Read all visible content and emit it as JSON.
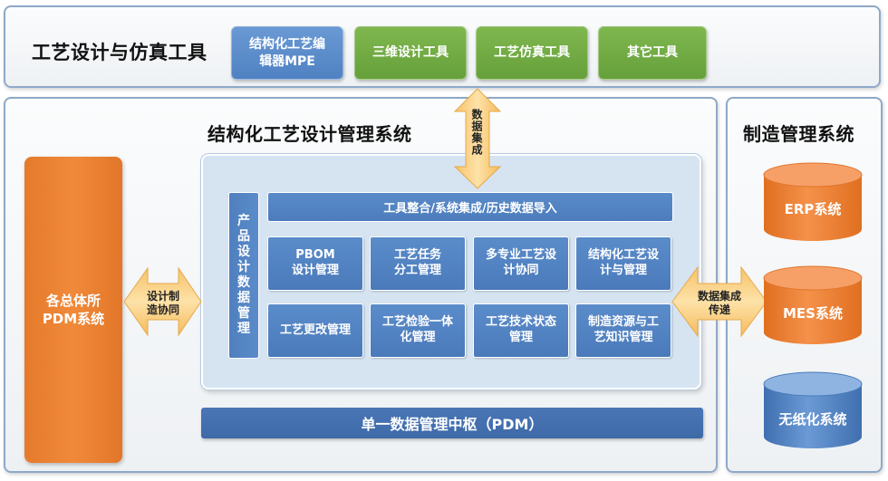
{
  "top_panel": {
    "title": "工艺设计与仿真工具",
    "tools": [
      {
        "label_line1": "结构化工艺编",
        "label_line2": "辑器MPE",
        "color": "#5a8dcb"
      },
      {
        "label": "三维设计工具",
        "color": "#70ad47"
      },
      {
        "label": "工艺仿真工具",
        "color": "#70ad47"
      },
      {
        "label": "其它工具",
        "color": "#70ad47"
      }
    ]
  },
  "main_panel": {
    "title": "结构化工艺设计管理系统",
    "left_system": {
      "line1": "各总体所",
      "line2": "PDM系统",
      "color": "#ed7d31"
    },
    "left_arrow": {
      "line1": "设计制",
      "line2": "造协同"
    },
    "top_arrow": {
      "label": "数据集成"
    },
    "right_arrow": {
      "line1": "数据集成",
      "line2": "传递"
    },
    "vertical_bar": {
      "label": "产品设计数据管理"
    },
    "integration_bar": {
      "label": "工具整合/系统集成/历史数据导入"
    },
    "modules": [
      {
        "line1": "PBOM",
        "line2": "设计管理"
      },
      {
        "line1": "工艺任务",
        "line2": "分工管理"
      },
      {
        "line1": "多专业工艺设",
        "line2": "计协同"
      },
      {
        "line1": "结构化工艺设",
        "line2": "计与管理"
      },
      {
        "line1": "工艺更改管理",
        "line2": ""
      },
      {
        "line1": "工艺检验一体",
        "line2": "化管理"
      },
      {
        "line1": "工艺技术状态",
        "line2": "管理"
      },
      {
        "line1": "制造资源与工",
        "line2": "艺知识管理"
      }
    ],
    "pdm_hub": {
      "label": "单一数据管理中枢（PDM）"
    }
  },
  "right_panel": {
    "title": "制造管理系统",
    "systems": [
      {
        "label": "ERP系统",
        "color": "#ed7d31"
      },
      {
        "label": "MES系统",
        "color": "#ed7d31"
      },
      {
        "label": "无纸化系统",
        "color": "#4a7ebb"
      }
    ]
  },
  "colors": {
    "panel_border": "#8ea9c8",
    "arrow_fill": "#fdd28a",
    "module_blue": "#5a8bc9",
    "hub_blue": "#4470b0"
  }
}
